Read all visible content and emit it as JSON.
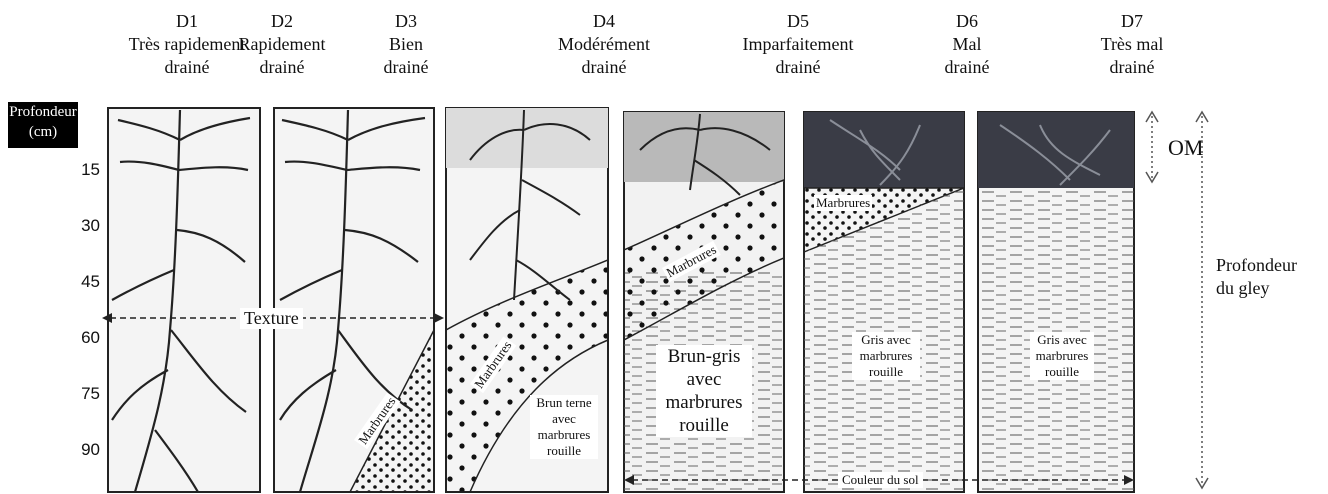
{
  "classes": [
    {
      "code": "D1",
      "line1": "Très rapidement",
      "line2": "drainé"
    },
    {
      "code": "D2",
      "line1": "Rapidement",
      "line2": "drainé"
    },
    {
      "code": "D3",
      "line1": "Bien",
      "line2": "drainé"
    },
    {
      "code": "D4",
      "line1": "Modérément",
      "line2": "drainé"
    },
    {
      "code": "D5",
      "line1": "Imparfaitement",
      "line2": "drainé"
    },
    {
      "code": "D6",
      "line1": "Mal",
      "line2": "drainé"
    },
    {
      "code": "D7",
      "line1": "Très mal",
      "line2": "drainé"
    }
  ],
  "depth_axis": {
    "title_line1": "Profondeur",
    "title_line2": "(cm)",
    "ticks": [
      "15",
      "30",
      "45",
      "60",
      "75",
      "90"
    ]
  },
  "labels": {
    "texture": "Texture",
    "om": "OM",
    "gley_line1": "Profondeur",
    "gley_line2": "du gley",
    "soil_colour": "Couleur du sol",
    "marbrures": "Marbrures",
    "d3_text": [
      "Brun terne",
      "avec",
      "marbrures",
      "rouille"
    ],
    "d4_text": [
      "Brun-gris",
      "avec",
      "marbrures",
      "rouille"
    ],
    "d5_text": [
      "Gris avec",
      "marbrures",
      "rouille"
    ],
    "d6_text": [
      "Gris avec",
      "marbrures",
      "rouille"
    ]
  },
  "colors": {
    "line": "#222222",
    "organic_dark": "#3a3c46",
    "organic_grey": "#cfcfcf",
    "panel_bg": "#f4f4f4"
  }
}
